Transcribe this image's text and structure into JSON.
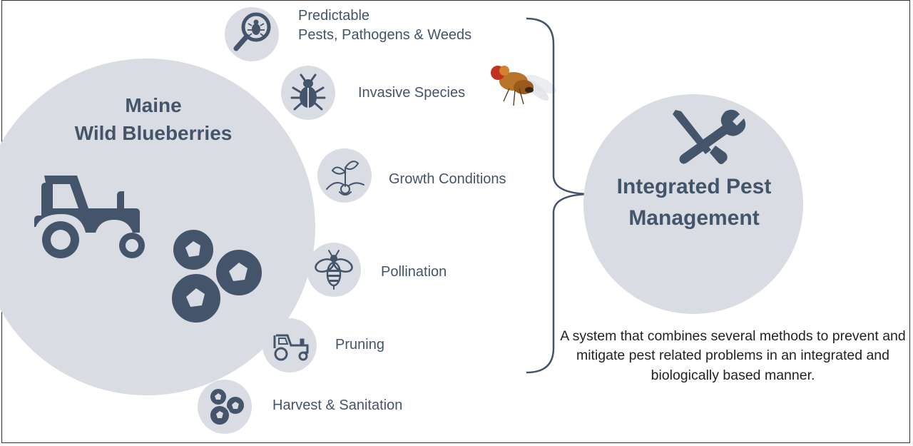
{
  "left_circle": {
    "title_line1": "Maine",
    "title_line2": "Wild Blueberries"
  },
  "right_circle": {
    "title_line1": "Integrated Pest",
    "title_line2": "Management"
  },
  "items": [
    {
      "label_line1": "Predictable",
      "label_line2": "Pests, Pathogens & Weeds",
      "icon": "magnifier-bug-icon"
    },
    {
      "label": "Invasive Species",
      "icon": "bug-icon"
    },
    {
      "label": "Growth Conditions",
      "icon": "sprout-icon"
    },
    {
      "label": "Pollination",
      "icon": "bee-icon"
    },
    {
      "label": "Pruning",
      "icon": "tractor-icon"
    },
    {
      "label": "Harvest & Sanitation",
      "icon": "blueberries-icon"
    }
  ],
  "description": "A system that combines several methods to prevent and mitigate pest related problems in an integrated and biologically based manner.",
  "colors": {
    "icon_dark": "#44546a",
    "circle_fill": "#d9dde3",
    "text_dark": "#222222"
  }
}
